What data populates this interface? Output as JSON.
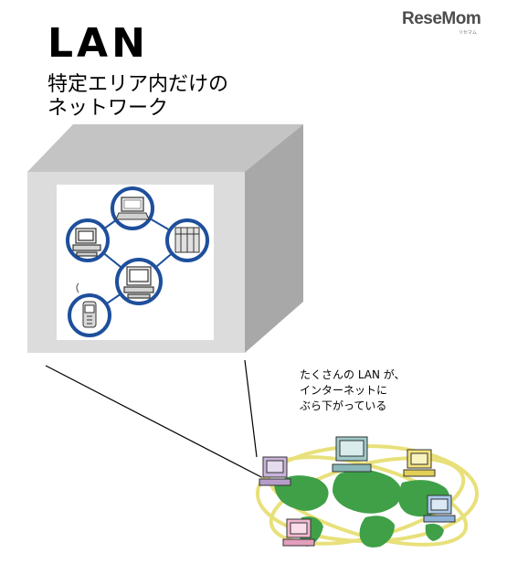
{
  "title": "LAN",
  "subtitle_line1": "特定エリア内だけの",
  "subtitle_line2": "ネットワーク",
  "logo": "ReseMom",
  "logo_sub": "リセマム",
  "caption_line1": "たくさんの LAN が、",
  "caption_line2": "インターネットに",
  "caption_line3": "ぶら下がっている",
  "colors": {
    "box_front": "#dcdcdc",
    "box_side": "#a8a8a8",
    "box_top": "#c4c4c4",
    "lan_node_ring": "#1e4f9c",
    "globe_land": "#3fa047",
    "orbit": "#e8e07a"
  },
  "icons": [
    "laptop-icon",
    "server-rack-icon",
    "desktop-pc-icon",
    "workstation-icon",
    "mobile-phone-icon",
    "globe-icon"
  ]
}
